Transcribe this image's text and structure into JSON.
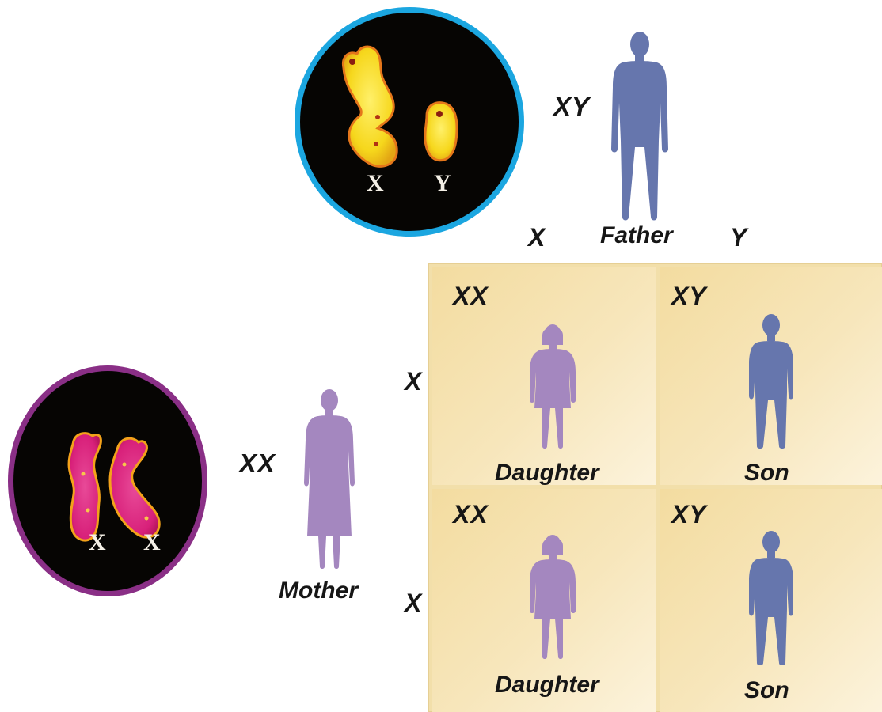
{
  "father": {
    "genotype": "XY",
    "label": "Father",
    "alleles": [
      "X",
      "Y"
    ],
    "chromosome_labels": [
      "X",
      "Y"
    ],
    "ring_color": "#1ba6e0",
    "figure_color": "#6676ad"
  },
  "mother": {
    "genotype": "XX",
    "label": "Mother",
    "alleles": [
      "X",
      "X"
    ],
    "chromosome_labels": [
      "X",
      "X"
    ],
    "ring_color": "#8a2f86",
    "figure_color": "#a487bf"
  },
  "punnett": {
    "cell_bg": "#f5e2b0",
    "cells": [
      {
        "genotype": "XX",
        "label": "Daughter"
      },
      {
        "genotype": "XY",
        "label": "Son"
      },
      {
        "genotype": "XX",
        "label": "Daughter"
      },
      {
        "genotype": "XY",
        "label": "Son"
      }
    ]
  },
  "chromosome_colors": {
    "father_fill": "#f9dd2a",
    "mother_fill": "#d8207a",
    "edge": "#f3a21a"
  }
}
